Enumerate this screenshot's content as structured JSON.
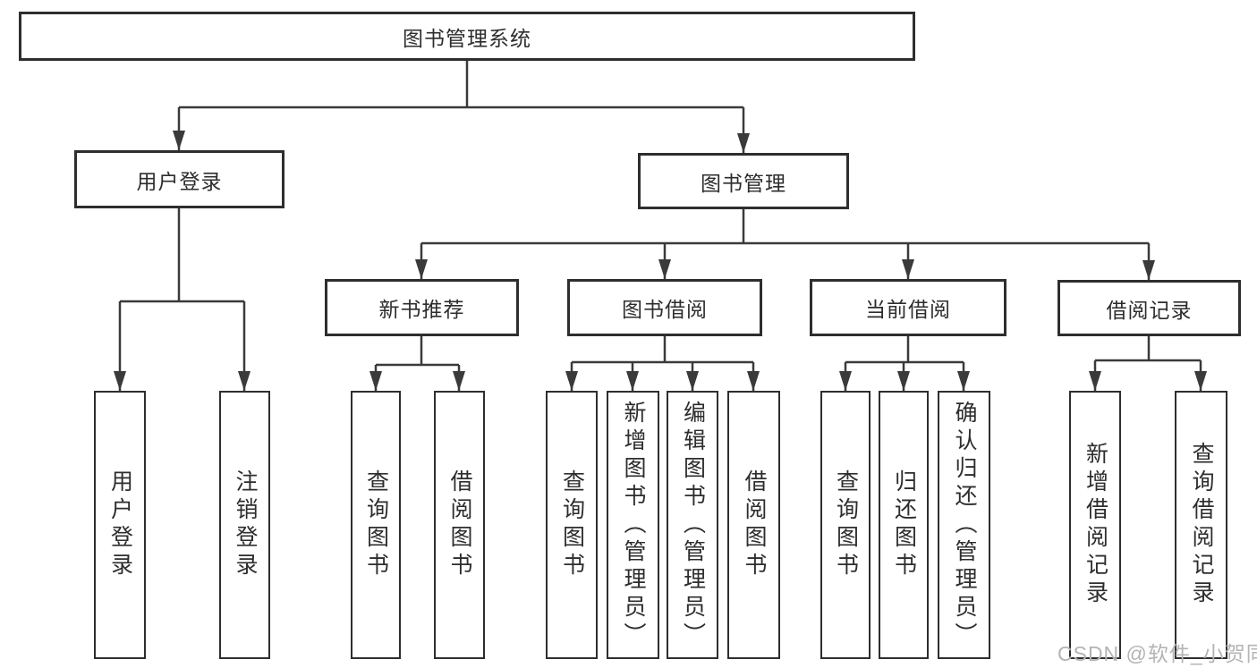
{
  "diagram": {
    "title": "图书管理系统",
    "children": [
      {
        "label": "用户登录",
        "children": [
          {
            "label": "用户登录"
          },
          {
            "label": "注销登录"
          }
        ]
      },
      {
        "label": "图书管理",
        "children": [
          {
            "label": "新书推荐",
            "children": [
              {
                "label": "查询图书"
              },
              {
                "label": "借阅图书"
              }
            ]
          },
          {
            "label": "图书借阅",
            "children": [
              {
                "label": "查询图书"
              },
              {
                "label": "新增图书（管理员）"
              },
              {
                "label": "编辑图书（管理员）"
              },
              {
                "label": "借阅图书"
              }
            ]
          },
          {
            "label": "当前借阅",
            "children": [
              {
                "label": "查询图书"
              },
              {
                "label": "归还图书"
              },
              {
                "label": "确认归还（管理员）"
              }
            ]
          },
          {
            "label": "借阅记录",
            "children": [
              {
                "label": "新增借阅记录"
              },
              {
                "label": "查询借阅记录"
              }
            ]
          }
        ]
      }
    ]
  },
  "watermark": {
    "text": "CSDN @软件_小贺同学"
  },
  "colors": {
    "background": "#ffffff",
    "box_border": "#2e2e2e",
    "connector_line": "#3a3a3a",
    "text": "#2d2d2d",
    "watermark_text": "#b4b4b4"
  }
}
